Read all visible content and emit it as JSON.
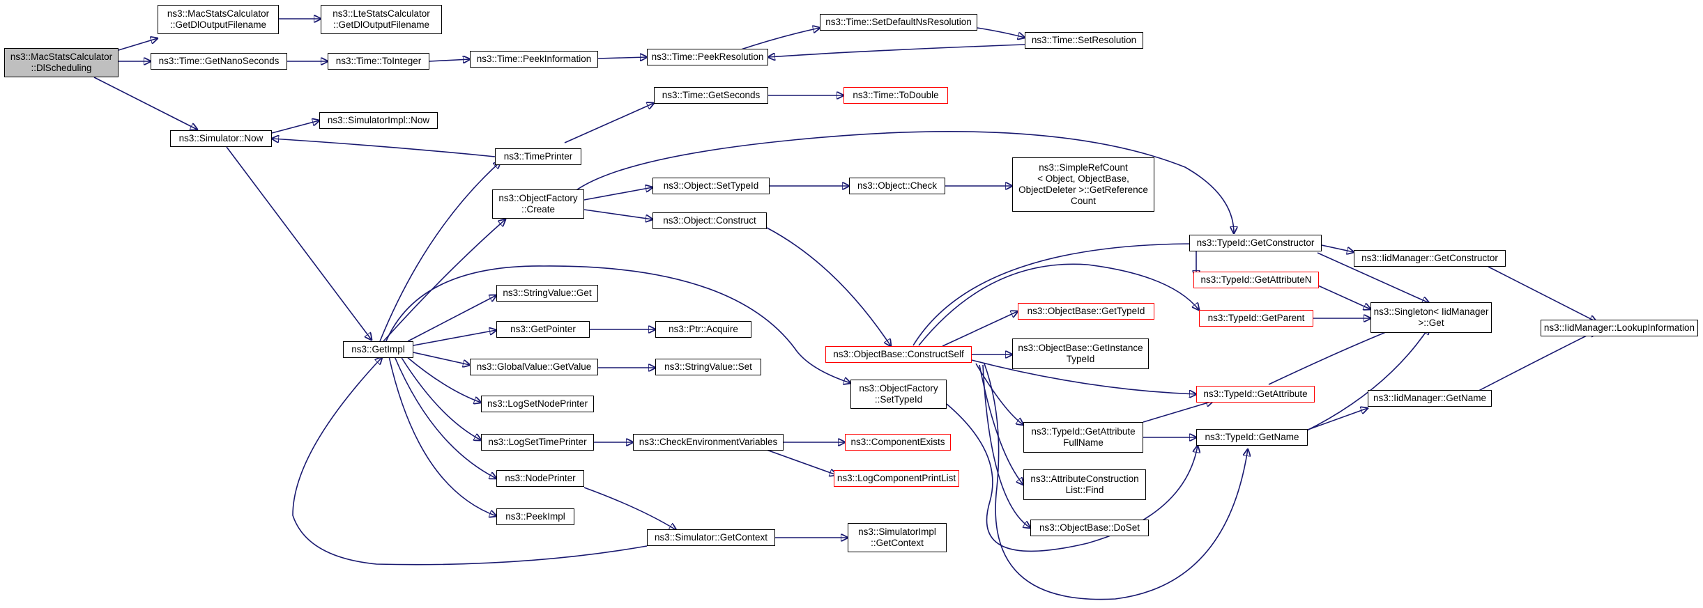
{
  "diagram": {
    "type": "call-graph",
    "colors": {
      "edge": "#191970",
      "node_border": "#000000",
      "truncated_node_border": "#ff0000",
      "root_fill": "#bfbfbf",
      "background": "#ffffff"
    },
    "nodes": {
      "n_dlsched": "ns3::MacStatsCalculator\n::DlScheduling",
      "n_macgetdl": "ns3::MacStatsCalculator\n::GetDlOutputFilename",
      "n_ltegetdl": "ns3::LteStatsCalculator\n::GetDlOutputFilename",
      "n_getnano": "ns3::Time::GetNanoSeconds",
      "n_tointeger": "ns3::Time::ToInteger",
      "n_peekinfo": "ns3::Time::PeekInformation",
      "n_peekres": "ns3::Time::PeekResolution",
      "n_setdefns": "ns3::Time::SetDefaultNsResolution",
      "n_setres": "ns3::Time::SetResolution",
      "n_simnow": "ns3::Simulator::Now",
      "n_simimplnow": "ns3::SimulatorImpl::Now",
      "n_getseconds": "ns3::Time::GetSeconds",
      "n_todouble": "ns3::Time::ToDouble",
      "n_timeprinter": "ns3::TimePrinter",
      "n_ofcreate": "ns3::ObjectFactory\n::Create",
      "n_objsettid": "ns3::Object::SetTypeId",
      "n_objcheck": "ns3::Object::Check",
      "n_simplerefcount": "ns3::SimpleRefCount\n< Object, ObjectBase,\nObjectDeleter >::GetReference\nCount",
      "n_objconstruct": "ns3::Object::Construct",
      "n_tidgetctor": "ns3::TypeId::GetConstructor",
      "n_iidgetctor": "ns3::IidManager::GetConstructor",
      "n_tidgetattrn": "ns3::TypeId::GetAttributeN",
      "n_singleton": "ns3::Singleton< IidManager\n>::Get",
      "n_tidgetparent": "ns3::TypeId::GetParent",
      "n_iidlookup": "ns3::IidManager::LookupInformation",
      "n_getimpl": "ns3::GetImpl",
      "n_strget": "ns3::StringValue::Get",
      "n_getpointer": "ns3::GetPointer",
      "n_ptracquire": "ns3::Ptr::Acquire",
      "n_gvgetvalue": "ns3::GlobalValue::GetValue",
      "n_strset": "ns3::StringValue::Set",
      "n_logsetnode": "ns3::LogSetNodePrinter",
      "n_logsettime": "ns3::LogSetTimePrinter",
      "n_checkenv": "ns3::CheckEnvironmentVariables",
      "n_compexists": "ns3::ComponentExists",
      "n_logcomplist": "ns3::LogComponentPrintList",
      "n_nodeprinter": "ns3::NodePrinter",
      "n_peekimpl": "ns3::PeekImpl",
      "n_simgetctx": "ns3::Simulator::GetContext",
      "n_simimplgetctx": "ns3::SimulatorImpl\n::GetContext",
      "n_obgettid": "ns3::ObjectBase::GetTypeId",
      "n_obconstructself": "ns3::ObjectBase::ConstructSelf",
      "n_obgetinst": "ns3::ObjectBase::GetInstance\nTypeId",
      "n_ofsettid": "ns3::ObjectFactory\n::SetTypeId",
      "n_tidgetattr": "ns3::TypeId::GetAttribute",
      "n_iidgetname": "ns3::IidManager::GetName",
      "n_tidgetattrfull": "ns3::TypeId::GetAttribute\nFullName",
      "n_tidgetname": "ns3::TypeId::GetName",
      "n_attrconstr": "ns3::AttributeConstruction\nList::Find",
      "n_obdoset": "ns3::ObjectBase::DoSet"
    }
  }
}
